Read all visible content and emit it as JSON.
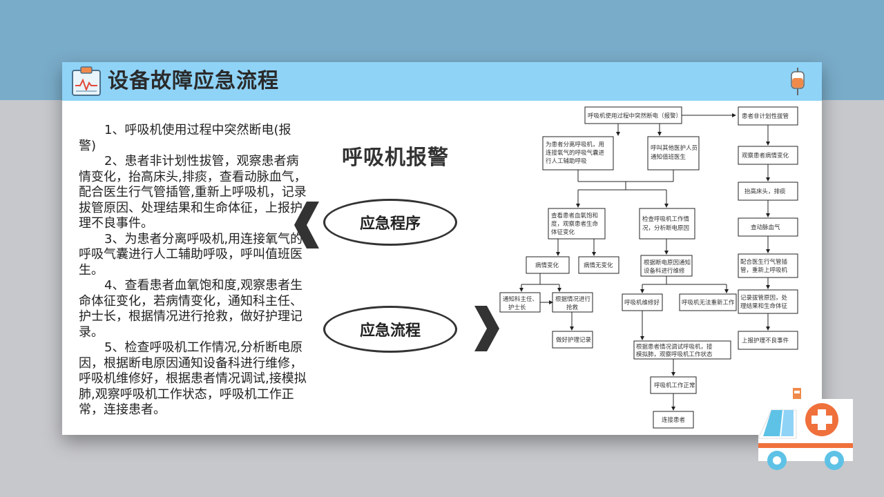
{
  "header": {
    "title": "设备故障应急流程",
    "clipboard_icon": "medical-clipboard-icon",
    "drip_icon": "iv-drip-icon"
  },
  "content": {
    "paragraphs": [
      "1、呼吸机使用过程中突然断电(报警)",
      "2、患者非计划性拔管，观察患者病情变化，抬高床头,排痰，查看动脉血气，配合医生行气管插管,重新上呼吸机，记录拔管原因、处理结果和生命体征，上报护理不良事件。",
      "3、为患者分离呼吸机,用连接氧气的呼吸气囊进行人工辅助呼吸，呼叫值班医生。",
      "4、查看患者血氧饱和度,观察患者生命体征变化，若病情变化，通知科主任、护士长，根据情况进行抢救，做好护理记录。",
      "5、检查呼吸机工作情况,分析断电原因，根据断电原因通知设备科进行维修，呼吸机维修好，根据患者情况调试,接模拟肺,观察呼吸机工作状态，呼吸机工作正常，连接患者。"
    ],
    "subtitle": "呼吸机报警",
    "oval_procedure": "应急程序",
    "oval_flow": "应急流程"
  },
  "flowchart": {
    "n1": "呼吸机使用过程中突然断电（报警）",
    "n2": [
      "为患者分离呼吸机，用",
      "连接氧气的呼吸气囊进",
      "行人工辅助呼吸"
    ],
    "n3": [
      "呼叫其他医护人员",
      "通知值班医生"
    ],
    "n4": [
      "查看患者血氧饱和",
      "度，观察患者生命",
      "体征变化"
    ],
    "n5": [
      "检查呼吸机工作情",
      "况，分析断电原因"
    ],
    "n6": "病情变化",
    "n7": "病情无变化",
    "n8": [
      "根据断电原因通知",
      "设备科进行维修"
    ],
    "n9": [
      "通知科主任、",
      "护士长"
    ],
    "n10": [
      "根据情况进行",
      "抢救"
    ],
    "n11": "呼吸机维修好",
    "n12": "呼吸机无法重新工作",
    "n13": "做好护理记录",
    "n14": [
      "根据患者情况调试呼吸机，接",
      "模拟肺，观察呼吸机工作状态"
    ],
    "n15": "呼吸机工作正常",
    "n16": "连接患者",
    "r1": "患者非计划性拔管",
    "r2": "观察患者病情变化",
    "r3": "抬高床头，排痰",
    "r4": "查动脉血气",
    "r5": [
      "配合医生行气管插",
      "管，重新上呼吸机"
    ],
    "r6": [
      "记录拔管原因，处",
      "理结果和生命体征"
    ],
    "r7": "上报护理不良事件"
  },
  "decor": {
    "ambulance_icon": "ambulance-icon"
  }
}
